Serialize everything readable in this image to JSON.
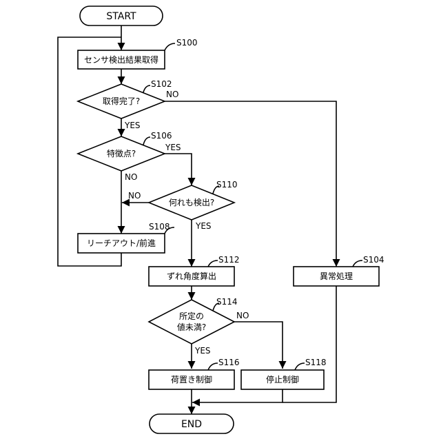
{
  "terminals": {
    "start": "START",
    "end": "END"
  },
  "steps": {
    "s100": {
      "id": "S100",
      "text": "センサ検出結果取得"
    },
    "s102": {
      "id": "S102",
      "text": "取得完了?"
    },
    "s104": {
      "id": "S104",
      "text": "異常処理"
    },
    "s106": {
      "id": "S106",
      "text": "特徴点?"
    },
    "s108": {
      "id": "S108",
      "text": "リーチアウト/前進"
    },
    "s110": {
      "id": "S110",
      "text": "何れも検出?"
    },
    "s112": {
      "id": "S112",
      "text": "ずれ角度算出"
    },
    "s114": {
      "id": "S114",
      "line1": "所定の",
      "line2": "値未満?"
    },
    "s116": {
      "id": "S116",
      "text": "荷置き制御"
    },
    "s118": {
      "id": "S118",
      "text": "停止制御"
    }
  },
  "branches": {
    "s102_no": "NO",
    "s102_yes": "YES",
    "s106_yes": "YES",
    "s106_no": "NO",
    "s110_no": "NO",
    "s110_yes": "YES",
    "s114_no": "NO",
    "s114_yes": "YES"
  }
}
